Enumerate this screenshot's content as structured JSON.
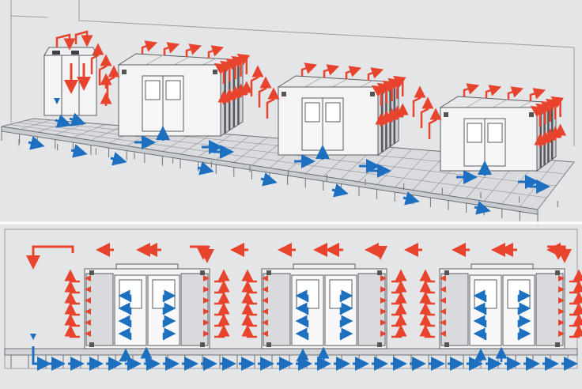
{
  "diagram": {
    "top_view": {
      "name": "isometric-room",
      "cold_aisle_containment_units": 3
    },
    "bottom_view": {
      "name": "cross-section",
      "containment_units": 3
    },
    "colors": {
      "hot_air": "#e8432c",
      "cold_air": "#1d6fc0",
      "line": "#5a5d63",
      "panel": "#d8dade",
      "cabinet": "#f4f4f5",
      "background": "#e4e5e7"
    },
    "icons": {
      "hot": "hot-air-arrow-icon",
      "cold": "cold-air-arrow-icon",
      "crac": "crac-unit-icon"
    }
  }
}
